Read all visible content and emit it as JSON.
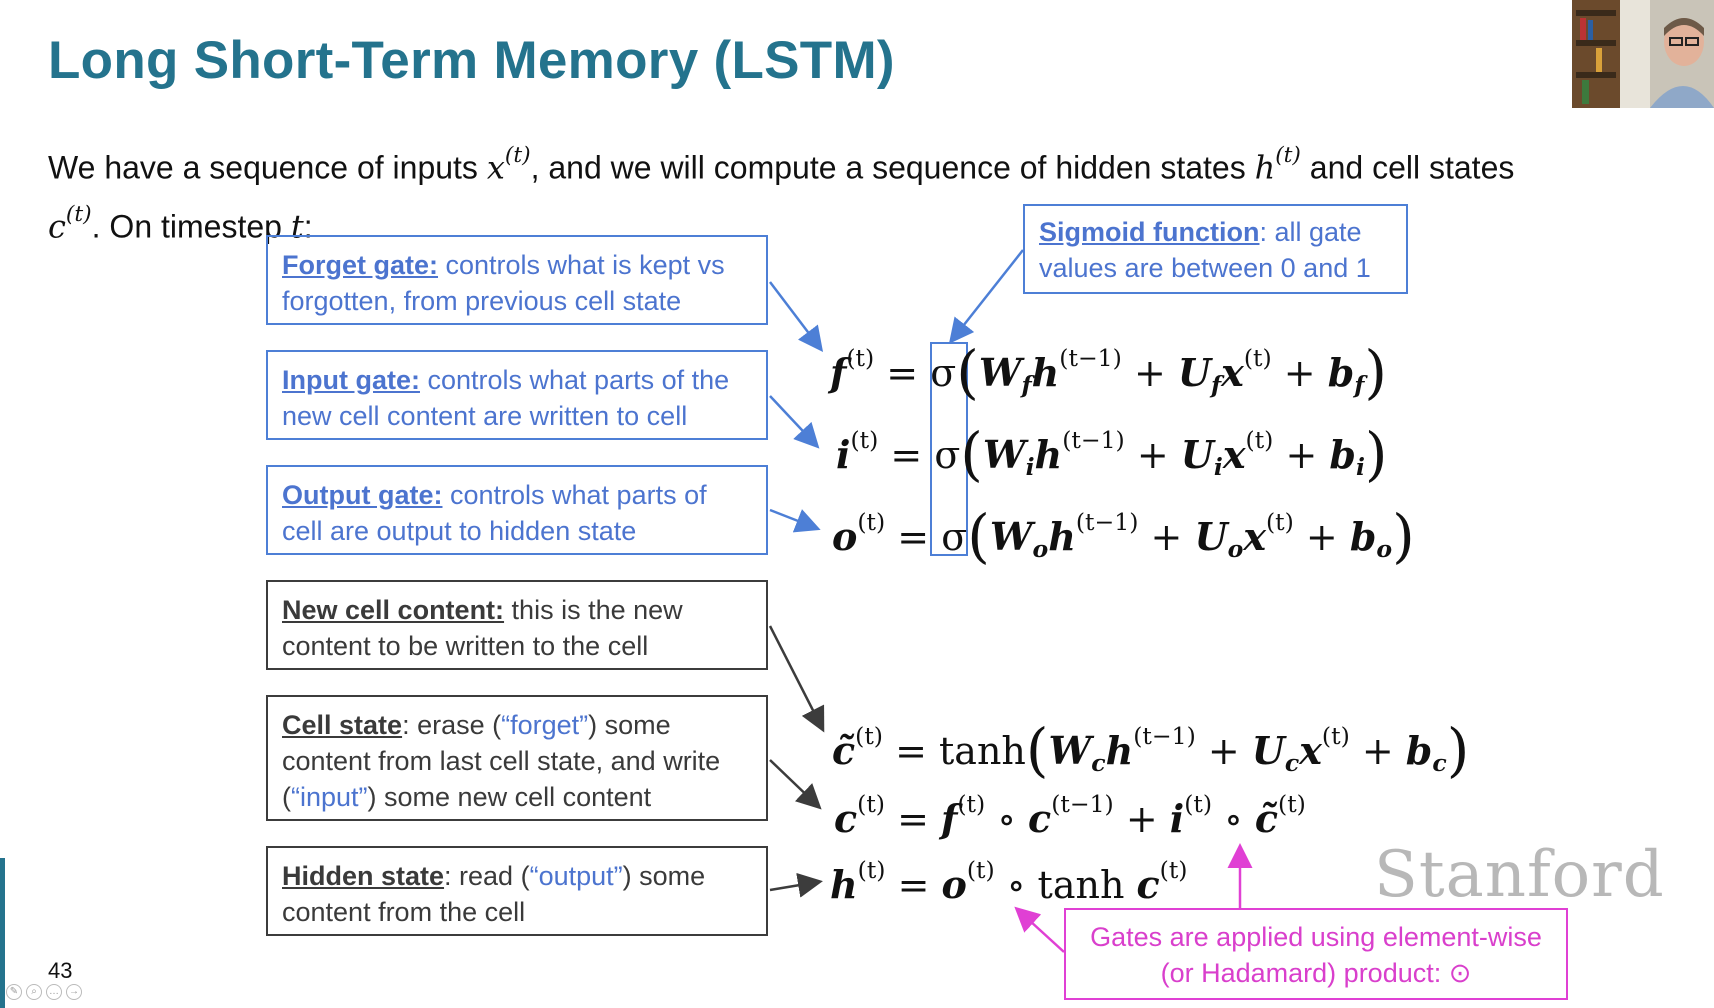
{
  "title": "Long Short-Term Memory (LSTM)",
  "intro": {
    "part1": "We have a sequence of inputs ",
    "x": "x",
    "sup_t": "(t)",
    "part2": ", and we will compute a sequence of hidden states ",
    "h": "h",
    "part3": " and cell states ",
    "c": "c",
    "part4": ".  On timestep ",
    "t": "t",
    "part5": ":"
  },
  "boxes": {
    "forget": {
      "label": "Forget gate:",
      "text": " controls what is kept vs forgotten, from previous cell state"
    },
    "input": {
      "label": "Input gate:",
      "text": " controls what parts of the new cell content are written to cell"
    },
    "output": {
      "label": "Output gate:",
      "text": " controls what parts of cell are output to hidden state"
    },
    "newcell": {
      "label": "New cell content:",
      "text": " this is the new content to be written to the cell"
    },
    "cellstate": {
      "label": "Cell state",
      "t1": ": erase (",
      "q1": "“forget”",
      "t2": ") some content from last cell state, and write (",
      "q2": "“input”",
      "t3": ") some new cell content"
    },
    "hidden": {
      "label": "Hidden state",
      "t1": ": read (",
      "q1": "“output”",
      "t2": ") some content from the cell"
    }
  },
  "sigmoid_note": {
    "label": "Sigmoid function",
    "text": ": all gate values are between 0 and 1"
  },
  "gate_note": {
    "line1": "Gates are applied using element-wise",
    "line2": "(or Hadamard) product: ⊙"
  },
  "equations": {
    "sup_t": "(t)",
    "sup_tm1": "(t−1)",
    "sigma": "σ",
    "tanh": "tanh",
    "circ": "∘",
    "eq": "=",
    "plus": "+",
    "f": "f",
    "i": "i",
    "o": "o",
    "c": "c",
    "h": "h",
    "x": "x",
    "W": "W",
    "U": "U",
    "b": "b",
    "ctilde": "c̃"
  },
  "watermark": "Stanford",
  "slide_number": "43",
  "colors": {
    "title": "#24738d",
    "blue": "#4c74cf",
    "magenta": "#d93fcc",
    "dark": "#3a3a3a"
  }
}
